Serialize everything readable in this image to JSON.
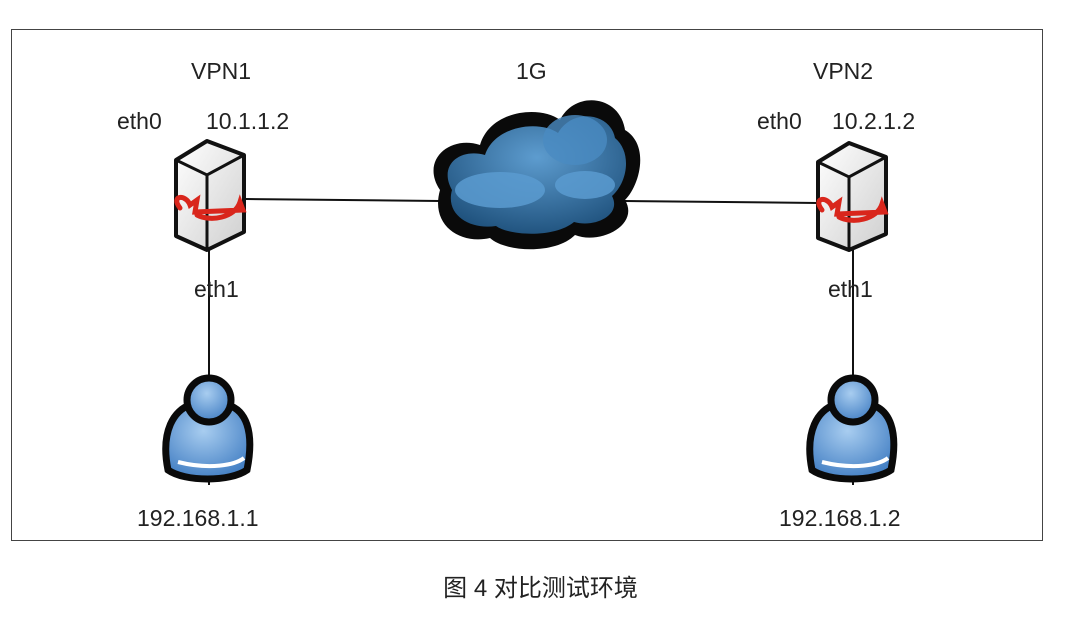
{
  "diagram": {
    "cloud": {
      "label": "1G"
    },
    "vpn1": {
      "title": "VPN1",
      "eth0_label": "eth0",
      "eth0_ip": "10.1.1.2",
      "eth1_label": "eth1",
      "host_ip": "192.168.1.1"
    },
    "vpn2": {
      "title": "VPN2",
      "eth0_label": "eth0",
      "eth0_ip": "10.2.1.2",
      "eth1_label": "eth1",
      "host_ip": "192.168.1.2"
    },
    "colors": {
      "cloud": "#2e6b9e",
      "router_arrow": "#d9261c",
      "user": "#5b93cf"
    }
  },
  "caption": "图 4  对比测试环境"
}
